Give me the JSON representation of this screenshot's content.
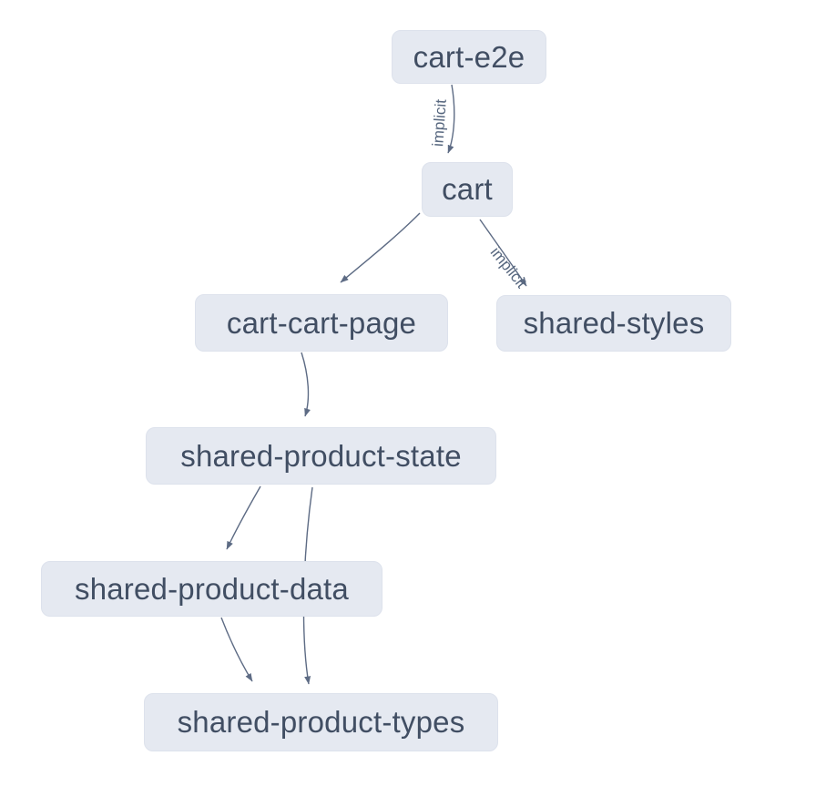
{
  "diagram": {
    "kind": "project-dependency-graph",
    "colors": {
      "background": "#ffffff",
      "node_fill": "#e5e9f1",
      "node_border": "#dde2ec",
      "node_text": "#414e63",
      "edge": "#5d6b84",
      "edge_label_text": "#57677f"
    },
    "nodes": [
      {
        "id": "cart-e2e",
        "label": "cart-e2e"
      },
      {
        "id": "cart",
        "label": "cart"
      },
      {
        "id": "cart-cart-page",
        "label": "cart-cart-page"
      },
      {
        "id": "shared-styles",
        "label": "shared-styles"
      },
      {
        "id": "shared-product-state",
        "label": "shared-product-state"
      },
      {
        "id": "shared-product-data",
        "label": "shared-product-data"
      },
      {
        "id": "shared-product-types",
        "label": "shared-product-types"
      }
    ],
    "edges": [
      {
        "from": "cart-e2e",
        "to": "cart",
        "label": "implicit"
      },
      {
        "from": "cart",
        "to": "cart-cart-page",
        "label": ""
      },
      {
        "from": "cart",
        "to": "shared-styles",
        "label": "implicit"
      },
      {
        "from": "cart-cart-page",
        "to": "shared-product-state",
        "label": ""
      },
      {
        "from": "shared-product-state",
        "to": "shared-product-data",
        "label": ""
      },
      {
        "from": "shared-product-state",
        "to": "shared-product-types",
        "label": ""
      },
      {
        "from": "shared-product-data",
        "to": "shared-product-types",
        "label": ""
      }
    ]
  }
}
